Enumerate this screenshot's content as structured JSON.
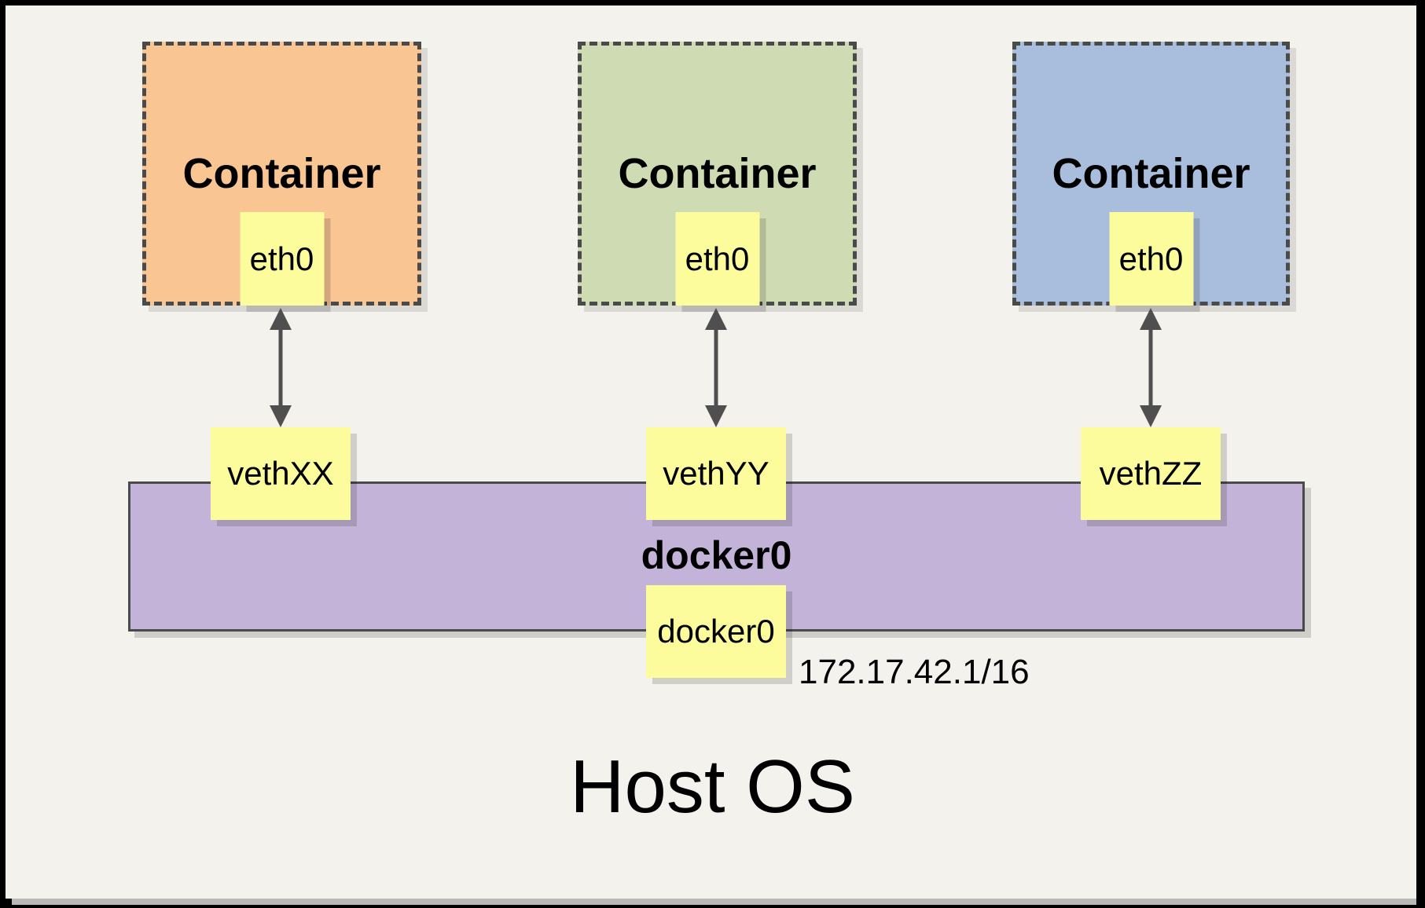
{
  "diagram": {
    "containers": [
      {
        "label": "Container",
        "eth_label": "eth0",
        "veth_label": "vethXX",
        "fill": "#F8C593"
      },
      {
        "label": "Container",
        "eth_label": "eth0",
        "veth_label": "vethYY",
        "fill": "#CFDCB3"
      },
      {
        "label": "Container",
        "eth_label": "eth0",
        "veth_label": "vethZZ",
        "fill": "#A9BEDC"
      }
    ],
    "bridge": {
      "name": "docker0",
      "interface_label": "docker0",
      "ip": "172.17.42.1/16",
      "fill": "#C3B3D8"
    },
    "host_label": "Host OS",
    "colors": {
      "note_fill": "#FCFC9C",
      "line": "#4A4A4A",
      "background": "#F4F2ED",
      "frame": "#000000",
      "shadow": "#B9B9B9"
    }
  }
}
